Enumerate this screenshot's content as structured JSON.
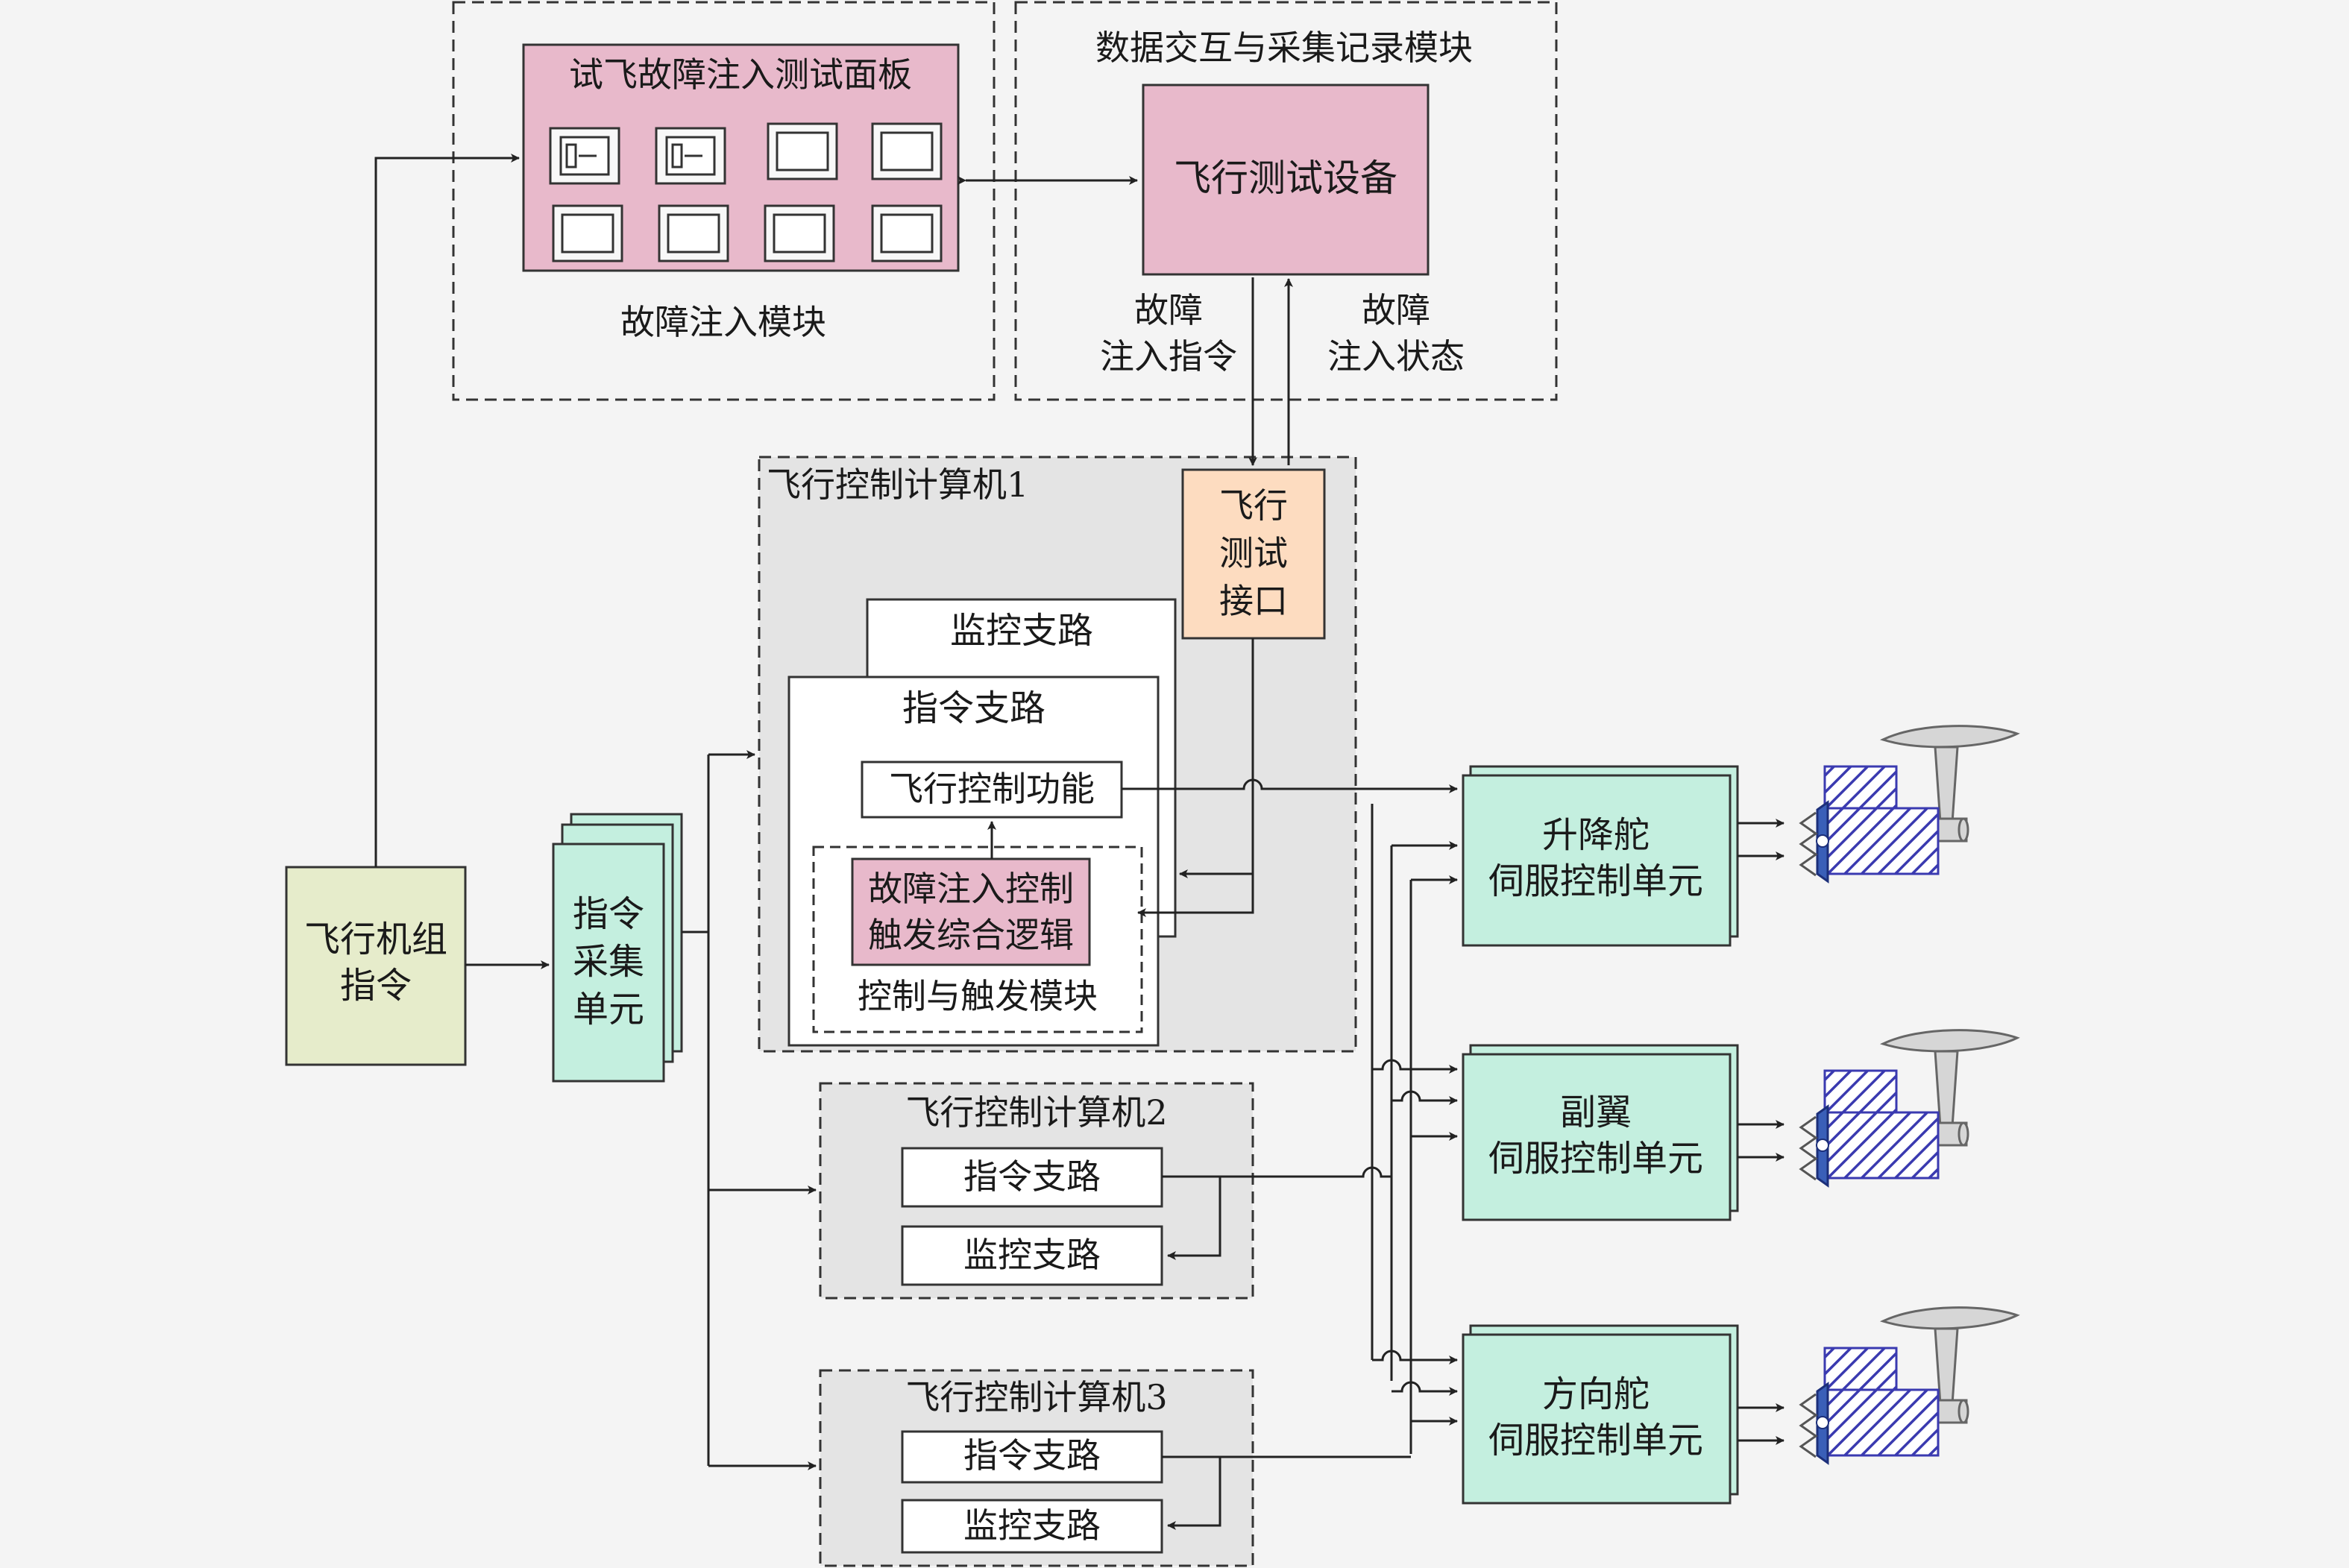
{
  "modules": {
    "fault_injection_module": "故障注入模块",
    "data_module": "数据交互与采集记录模块",
    "control_trigger_module": "控制与触发模块"
  },
  "panel": {
    "title": "试飞故障注入测试面板"
  },
  "flight_test_device": "飞行测试设备",
  "signals": {
    "cmd_line1": "故障",
    "cmd_line2": "注入指令",
    "status_line1": "故障",
    "status_line2": "注入状态"
  },
  "fcc1": {
    "title": "飞行控制计算机1",
    "test_interface": [
      "飞行",
      "测试",
      "接口"
    ],
    "monitor_branch": "监控支路",
    "command_branch": "指令支路",
    "flight_control_function": "飞行控制功能",
    "fault_logic": [
      "故障注入控制",
      "触发综合逻辑"
    ]
  },
  "fcc2": {
    "title": "飞行控制计算机2",
    "command_branch": "指令支路",
    "monitor_branch": "监控支路"
  },
  "fcc3": {
    "title": "飞行控制计算机3",
    "command_branch": "指令支路",
    "monitor_branch": "监控支路"
  },
  "crew_command": [
    "飞行机组",
    "指令"
  ],
  "acquisition_unit": [
    "指令",
    "采集",
    "单元"
  ],
  "servo_units": [
    {
      "line1": "升降舵",
      "line2": "伺服控制单元"
    },
    {
      "line1": "副翼",
      "line2": "伺服控制单元"
    },
    {
      "line1": "方向舵",
      "line2": "伺服控制单元"
    }
  ],
  "colors": {
    "pink": "#e8b9cb",
    "peach": "#fddcc0",
    "green": "#c4efdf",
    "yellow": "#e6eccb",
    "gray": "#e4e4e4",
    "hatch": "#3a3ab0",
    "line": "#222222"
  }
}
